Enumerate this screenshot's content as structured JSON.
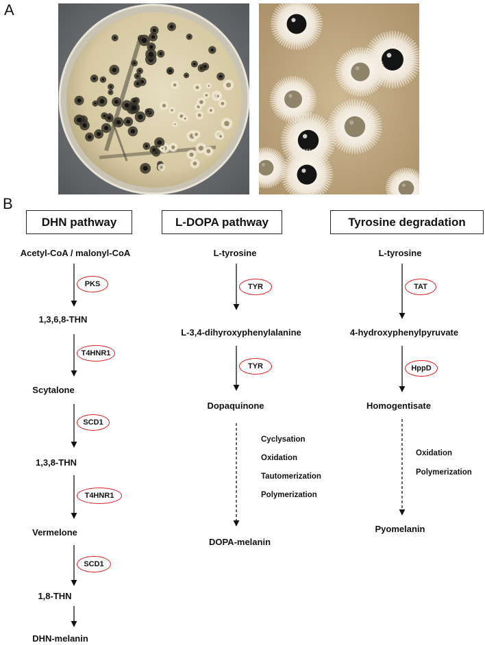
{
  "panel_labels": {
    "a": "A",
    "b": "B"
  },
  "pathways": [
    {
      "title": "DHN pathway",
      "steps": [
        "Acetyl-CoA / malonyl-CoA",
        "1,3,6,8-THN",
        "Scytalone",
        "1,3,8-THN",
        "Vermelone",
        "1,8-THN",
        "DHN-melanin"
      ],
      "enzymes": [
        "PKS",
        "T4HNR1",
        "SCD1",
        "T4HNR1",
        "SCD1"
      ]
    },
    {
      "title": "L-DOPA pathway",
      "steps": [
        "L-tyrosine",
        "L-3,4-dihyroxyphenylalanine",
        "Dopaquinone",
        "DOPA-melanin"
      ],
      "enzymes": [
        "TYR",
        "TYR"
      ],
      "processes": [
        "Cyclysation",
        "Oxidation",
        "Tautomerization",
        "Polymerization"
      ]
    },
    {
      "title": "Tyrosine degradation",
      "steps": [
        "L-tyrosine",
        "4-hydroxyphenylpyruvate",
        "Homogentisate",
        "Pyomelanin"
      ],
      "enzymes": [
        "TAT",
        "HppD"
      ],
      "processes": [
        "Oxidation",
        "Polymerization"
      ]
    }
  ],
  "colors": {
    "enzyme_ring": "#d62020",
    "text": "#111111",
    "plate_agar": "#d8ccaa",
    "colony_dark": "#1a1a1a"
  }
}
